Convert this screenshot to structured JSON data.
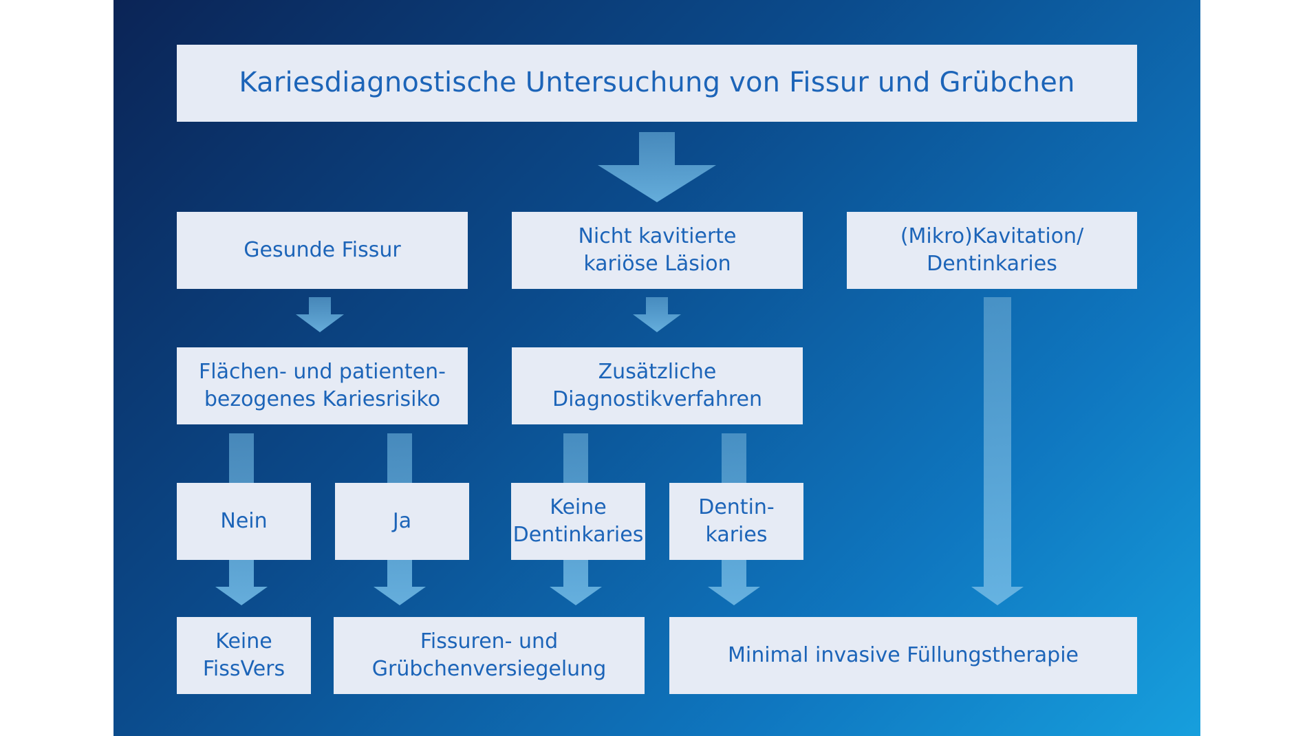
{
  "diagram": {
    "title": "Kariesdiagnostische Untersuchung von Fissur und Grübchen",
    "level1": {
      "healthy": "Gesunde Fissur",
      "non_cavitated": "Nicht kavitierte\nkariöse Läsion",
      "cavitation": "(Mikro)Kavitation/\nDentinkaries"
    },
    "level2": {
      "risk": "Flächen- und patienten-\nbezogenes Kariesrisiko",
      "additional_diagnostics": "Zusätzliche\nDiagnostikverfahren"
    },
    "level3": {
      "no": "Nein",
      "yes": "Ja",
      "no_dentin_caries": "Keine\nDentinkaries",
      "dentin_caries": "Dentin-\nkaries"
    },
    "outcomes": {
      "no_sealing": "Keine\nFissVers",
      "sealing": "Fissuren- und\nGrübchenversiegelung",
      "minimal_invasive": "Minimal invasive Füllungstherapie"
    },
    "colors": {
      "box_fill": "#e6ebf5",
      "text": "#1c64b8",
      "arrow": "#5fa8d6",
      "background_dark": "#0b2456",
      "background_light": "#179fdd"
    }
  }
}
